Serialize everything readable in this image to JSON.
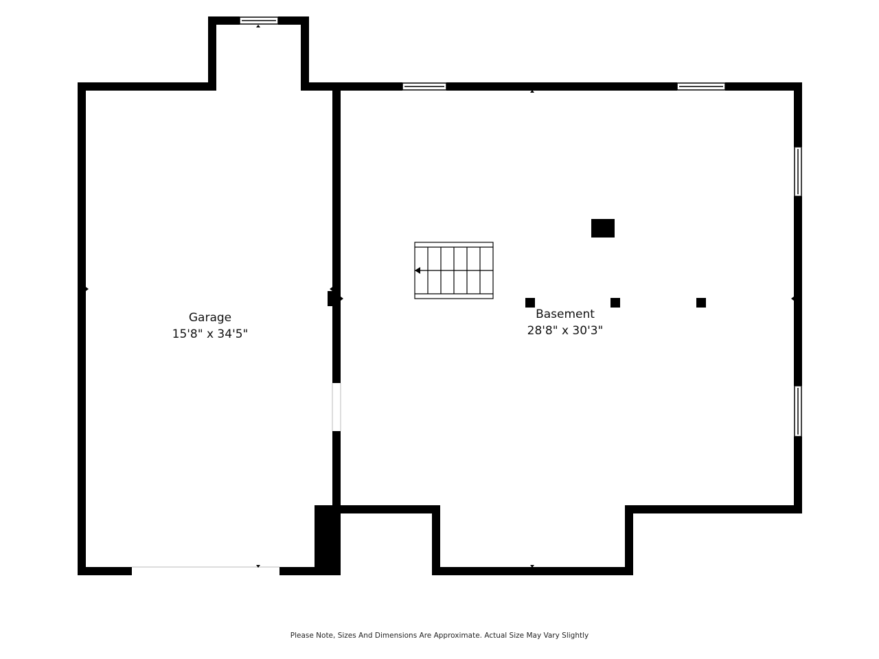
{
  "rooms": [
    {
      "name": "Garage",
      "dimensions": "15'8\" x 34'5\""
    },
    {
      "name": "Basement",
      "dimensions": "28'8\" x 30'3\""
    }
  ],
  "footer": {
    "note": "Please Note, Sizes And Dimensions Are Approximate. Actual Size May Vary Slightly"
  },
  "colors": {
    "wall": "#000000",
    "background": "#ffffff"
  }
}
